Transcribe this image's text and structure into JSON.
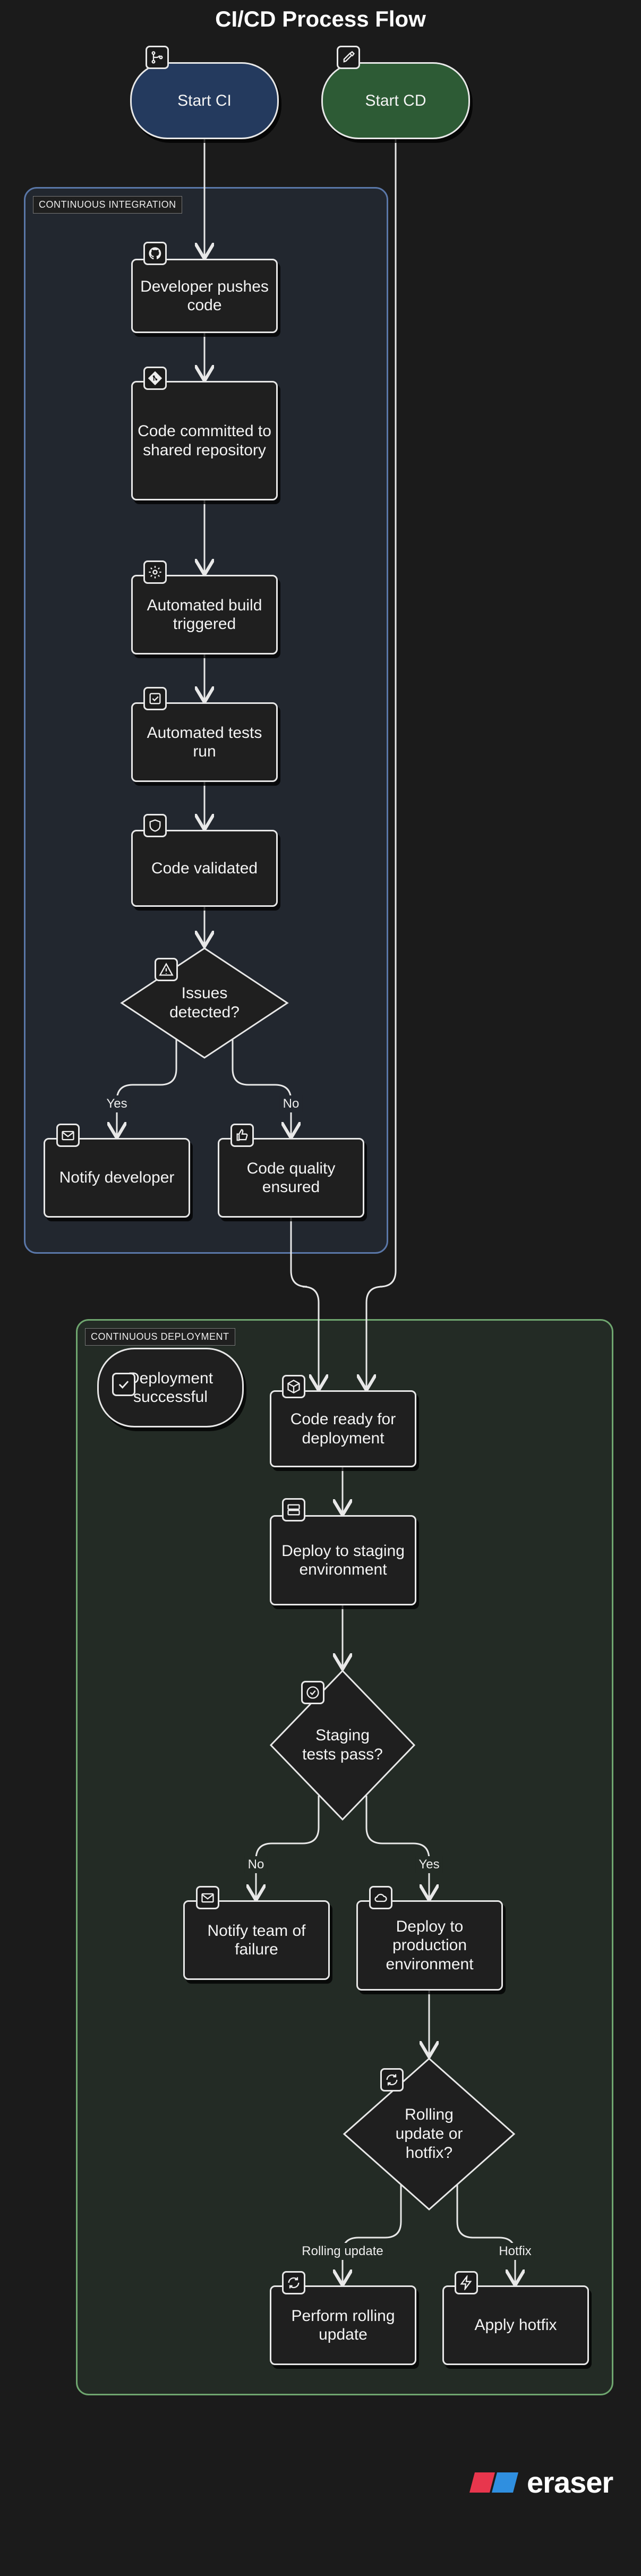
{
  "title": "CI/CD Process Flow",
  "colors": {
    "background": "#1b1b1b",
    "ci_group": "#5a77a8",
    "cd_group": "#6fa66f",
    "start_ci": "#243a5e",
    "start_cd": "#2d5b35"
  },
  "groups": {
    "ci": "CONTINUOUS INTEGRATION",
    "cd": "CONTINUOUS DEPLOYMENT"
  },
  "nodes": {
    "start_ci": {
      "label": "Start CI",
      "icon": "git-branch-icon"
    },
    "start_cd": {
      "label": "Start CD",
      "icon": "rocket-icon"
    },
    "push": {
      "label": "Developer pushes code",
      "icon": "github-icon"
    },
    "commit": {
      "label": "Code committed to shared repository",
      "icon": "git-icon"
    },
    "build": {
      "label": "Automated build triggered",
      "icon": "gear-icon"
    },
    "tests": {
      "label": "Automated tests run",
      "icon": "checkbox-icon"
    },
    "validated": {
      "label": "Code validated",
      "icon": "shield-icon"
    },
    "issues": {
      "label": "Issues detected?",
      "icon": "warning-icon"
    },
    "notify_dev": {
      "label": "Notify developer",
      "icon": "mail-icon"
    },
    "quality": {
      "label": "Code quality ensured",
      "icon": "thumbs-up-icon"
    },
    "success": {
      "label": "Deployment successful",
      "icon": "check-icon"
    },
    "ready": {
      "label": "Code ready for deployment",
      "icon": "package-icon"
    },
    "staging": {
      "label": "Deploy to staging environment",
      "icon": "server-icon"
    },
    "staging_pass": {
      "label": "Staging tests pass?",
      "icon": "check-circle-icon"
    },
    "notify_team": {
      "label": "Notify team of failure",
      "icon": "mail-icon"
    },
    "production": {
      "label": "Deploy to production environment",
      "icon": "cloud-icon"
    },
    "rolling_q": {
      "label": "Rolling update or hotfix?",
      "icon": "refresh-icon"
    },
    "rolling": {
      "label": "Perform rolling update",
      "icon": "refresh-icon"
    },
    "hotfix": {
      "label": "Apply hotfix",
      "icon": "lightning-icon"
    }
  },
  "edge_labels": {
    "yes1": "Yes",
    "no1": "No",
    "no2": "No",
    "yes2": "Yes",
    "rolling": "Rolling update",
    "hotfix": "Hotfix"
  },
  "brand": "eraser"
}
